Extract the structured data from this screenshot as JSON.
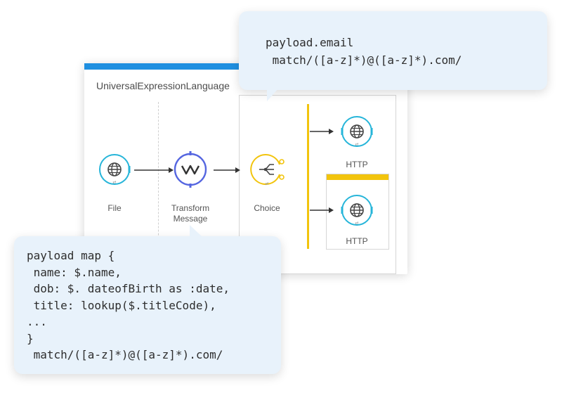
{
  "flow": {
    "title": "UniversalExpressionLanguage",
    "nodes": [
      {
        "label": "File",
        "icon": "globe-icon"
      },
      {
        "label_line1": "Transform",
        "label_line2": "Message",
        "icon": "transform-icon"
      },
      {
        "label": "Choice",
        "icon": "choice-router-icon"
      },
      {
        "label": "HTTP",
        "icon": "globe-icon"
      },
      {
        "label": "HTTP",
        "icon": "globe-icon"
      }
    ]
  },
  "bubbles": {
    "top_code": "payload.email\n match/([a-z]*)@([a-z]*).com/",
    "bottom_code": "payload map {\n name: $.name,\n dob: $. dateofBirth as :date,\n title: lookup($.titleCode),\n...\n}\n match/([a-z]*)@([a-z]*).com/"
  },
  "colors": {
    "accent_blue": "#1f8fe0",
    "connector_teal": "#26b5d9",
    "transform_purple": "#5566e0",
    "choice_yellow": "#f2c40d",
    "bubble_bg": "#e8f2fb"
  }
}
